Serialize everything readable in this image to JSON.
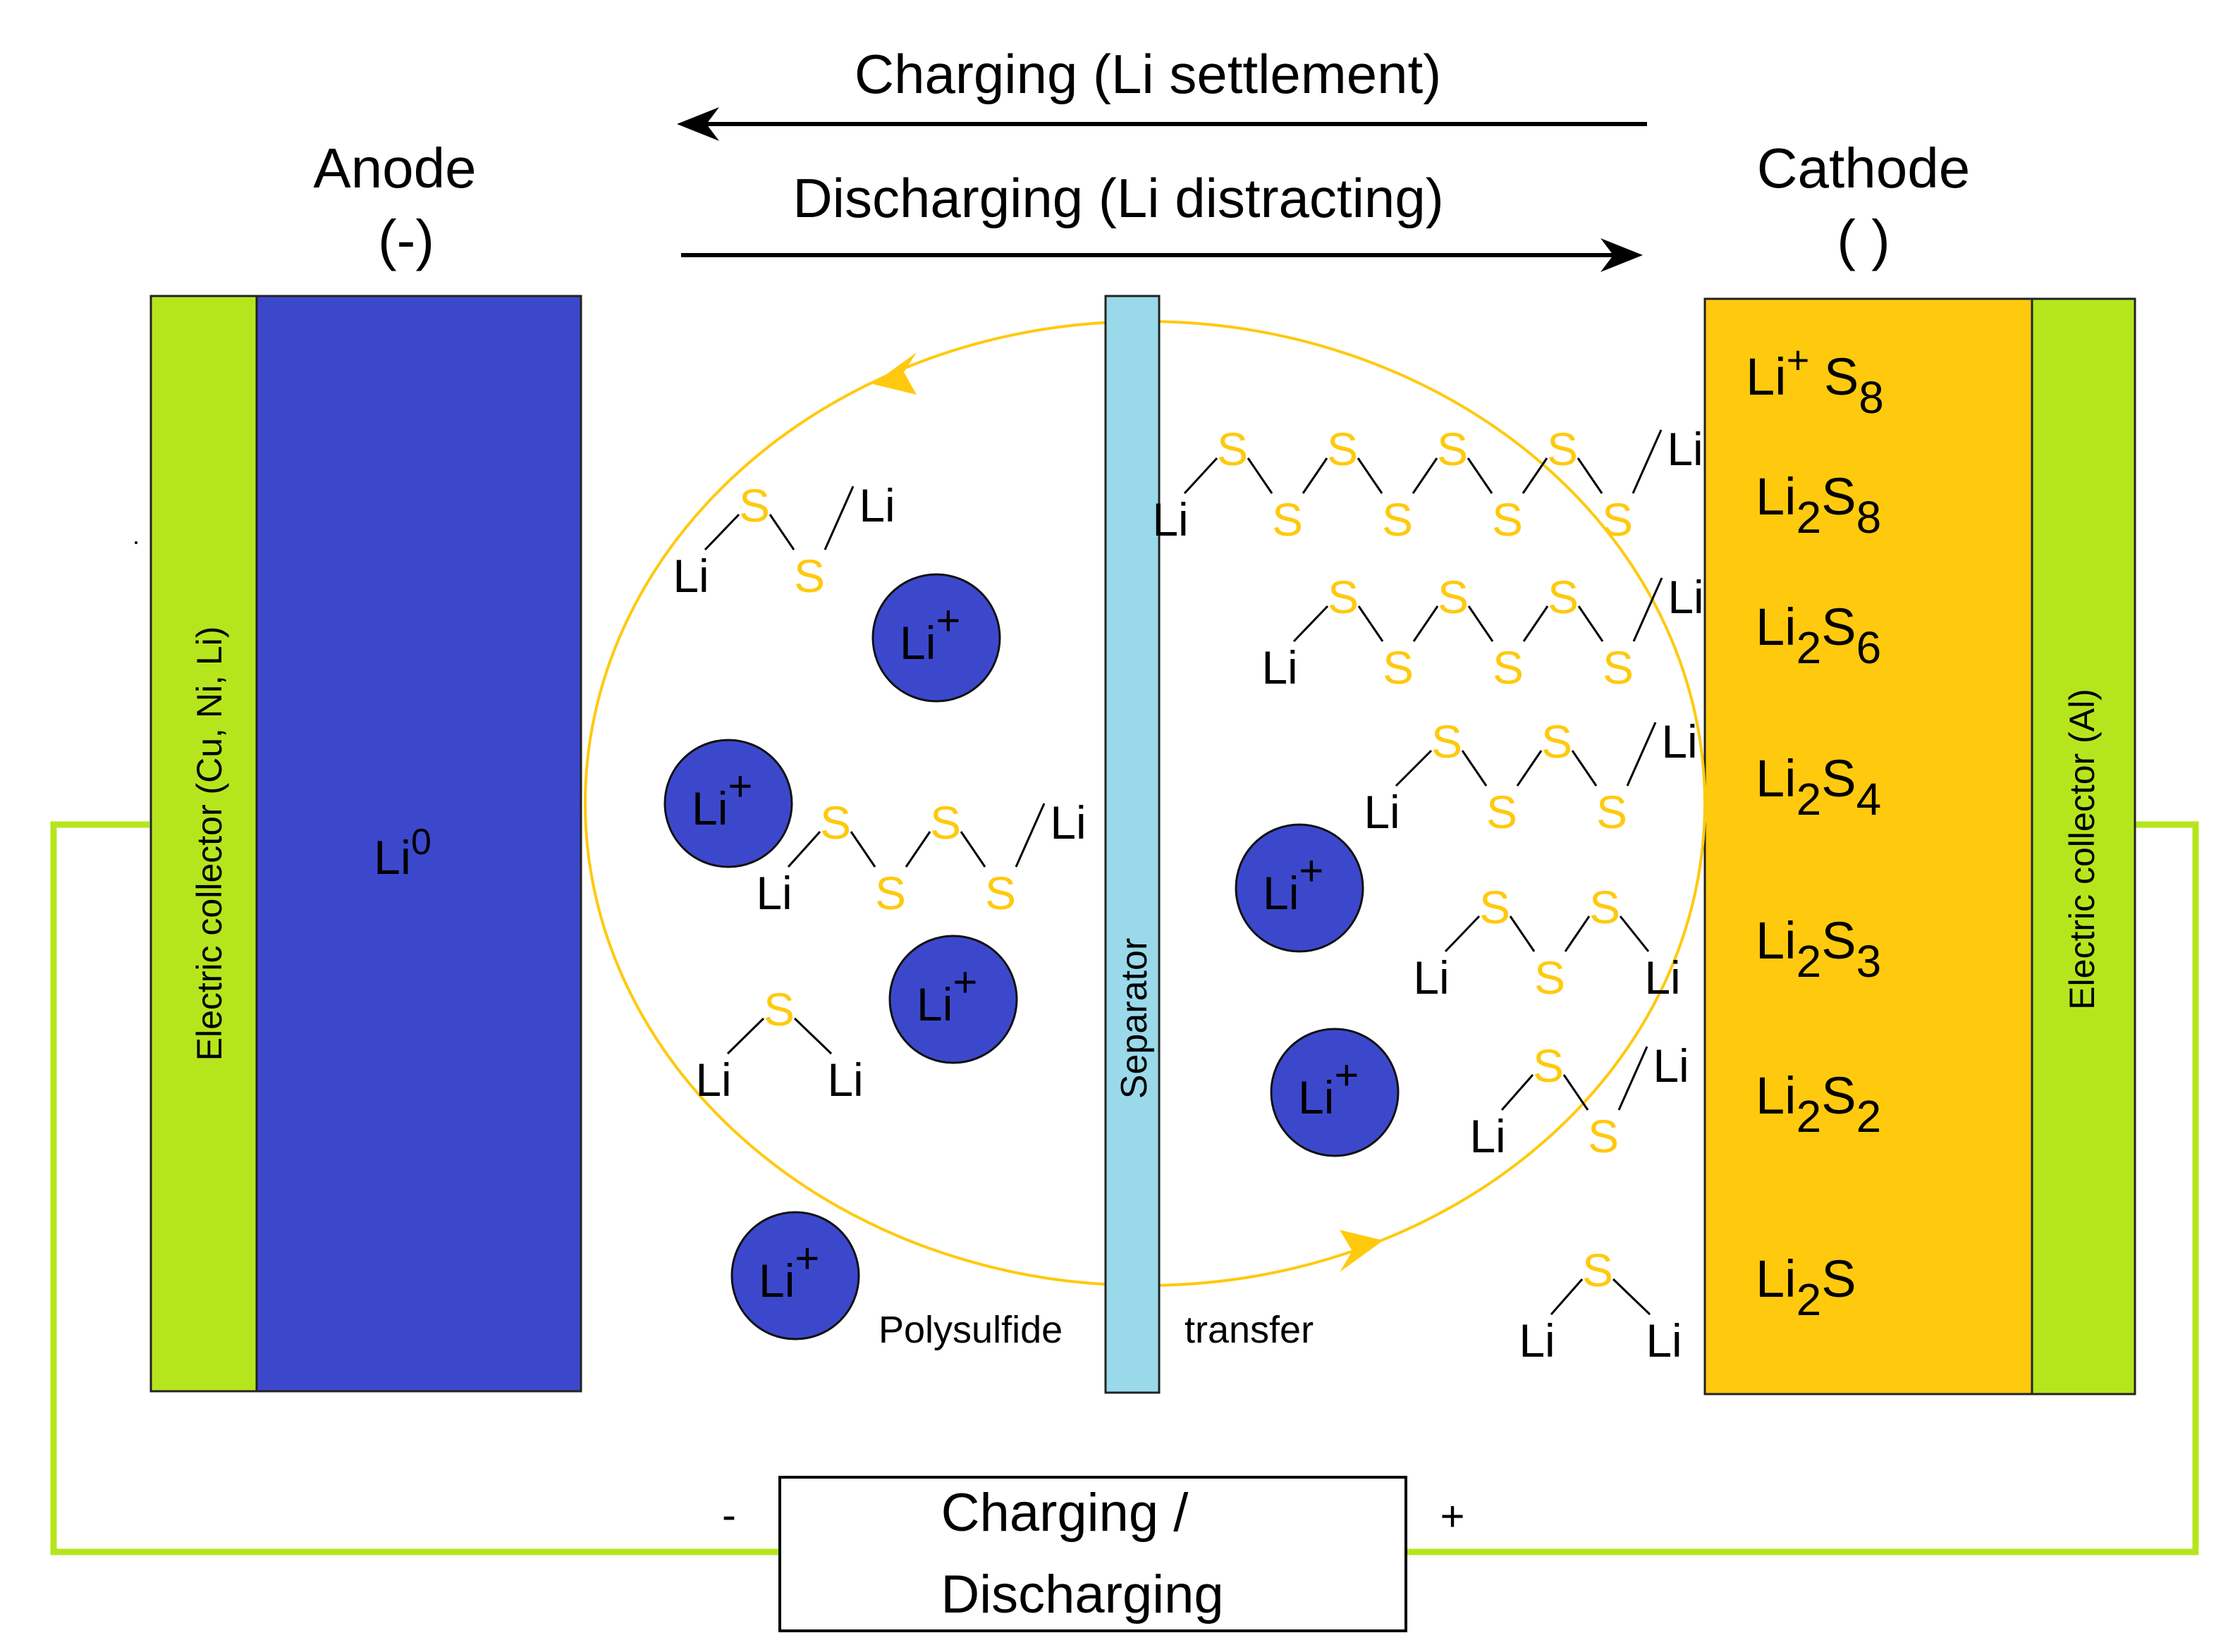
{
  "colors": {
    "anode": "#3c48cc",
    "collector": "#b5e61d",
    "cathode": "#ffc90e",
    "separator": "#99d9ea",
    "sulfur": "#ffc90e",
    "ion": "#3c48cc",
    "circuit_wire": "#b5e61d",
    "text": "#000000"
  },
  "arrows": {
    "charging": "Charging (Li settlement)",
    "discharging": "Discharging (Li  distracting)"
  },
  "anode": {
    "title": "Anode",
    "sign": "(-)",
    "material": {
      "base": "Li",
      "sup": "0"
    },
    "collector_label": "Electric collector (Cu, Ni, Li)"
  },
  "cathode": {
    "title": "Cathode",
    "sign": "(  )",
    "collector_label": "Electric collector (Al)",
    "species": [
      {
        "base": "Li",
        "sup": "+",
        "mid": " S",
        "sub2": "8"
      },
      {
        "base": "Li",
        "sub": "2",
        "mid": "S",
        "sub2": "8"
      },
      {
        "base": "Li",
        "sub": "2",
        "mid": "S",
        "sub2": "6"
      },
      {
        "base": "Li",
        "sub": "2",
        "mid": "S",
        "sub2": "4"
      },
      {
        "base": "Li",
        "sub": "2",
        "mid": "S",
        "sub2": "3"
      },
      {
        "base": "Li",
        "sub": "2",
        "mid": "S",
        "sub2": "2"
      },
      {
        "base": "Li",
        "sub": "2",
        "mid": "S",
        "sub2": ""
      }
    ]
  },
  "separator_label": "Separator",
  "transfer_labels": {
    "left": "Polysulfide",
    "right": "transfer"
  },
  "ion_label": {
    "base": "Li",
    "sup": "+"
  },
  "atoms": {
    "li": "Li",
    "s": "S"
  },
  "external_circuit": {
    "line1": "Charging /",
    "line2": "Discharging",
    "minus": "-",
    "plus": "+"
  }
}
